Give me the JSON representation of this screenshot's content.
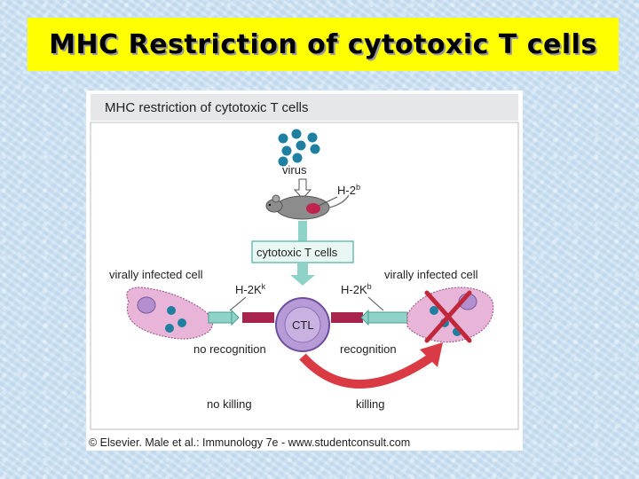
{
  "slide": {
    "title": "MHC Restriction of cytotoxic T cells"
  },
  "figure": {
    "header": "MHC restriction of cytotoxic T cells",
    "virus_label": "virus",
    "mouse_haplotype": "H-2",
    "mouse_haplotype_sup": "b",
    "tcell_box_label": "cytotoxic T cells",
    "left_cell_label": "virally infected cell",
    "right_cell_label": "virally infected cell",
    "left_mhc": "H-2K",
    "left_mhc_sup": "k",
    "right_mhc": "H-2K",
    "right_mhc_sup": "b",
    "ctl_label": "CTL",
    "left_recognition": "no recognition",
    "right_recognition": "recognition",
    "left_outcome": "no killing",
    "right_outcome": "killing",
    "copyright": "© Elsevier. Male et al.: Immunology 7e - www.studentconsult.com"
  },
  "colors": {
    "title_bg": "#ffff00",
    "panel_bg": "#e8eaec",
    "cell_fill": "#e8b4d8",
    "nucleus_fill": "#b48fd0",
    "virus_particle": "#1e7fa0",
    "ctl_fill": "#b79bd6",
    "tcr_fill": "#8fd3c8",
    "mhc_fill": "#a8244c",
    "killing_arrow": "#d93a44",
    "cross": "#c0283a"
  }
}
